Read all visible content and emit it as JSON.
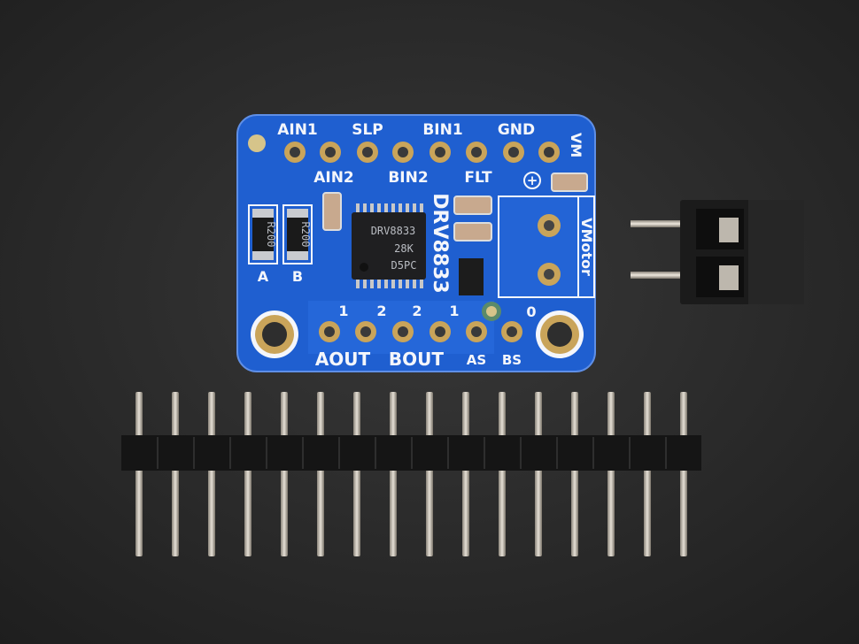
{
  "colors": {
    "background": "#2b2b2b",
    "pcb": "#1f5fd0",
    "gold": "#c9a45a",
    "silkscreen": "#f4f6fb",
    "header": "#151515",
    "pin": "#c8c2b8"
  },
  "board": {
    "top_labels": [
      "AIN1",
      "SLP",
      "BIN1",
      "GND",
      "VM"
    ],
    "mid_labels": [
      "AIN2",
      "BIN2",
      "FLT"
    ],
    "chip_name": "DRV8833",
    "chip_marking": [
      "DRV8833",
      "28K",
      "D5PC"
    ],
    "resistor_marking": "R200",
    "resistor_labels": [
      "A",
      "B"
    ],
    "output_numbers": [
      "1",
      "2",
      "2",
      "1"
    ],
    "bottom_labels": [
      "AOUT",
      "BOUT",
      "AS",
      "BS"
    ],
    "vmotor_label": "VMotor",
    "plus_label": "+",
    "zero_label": "0"
  },
  "header_pin_count": 16
}
